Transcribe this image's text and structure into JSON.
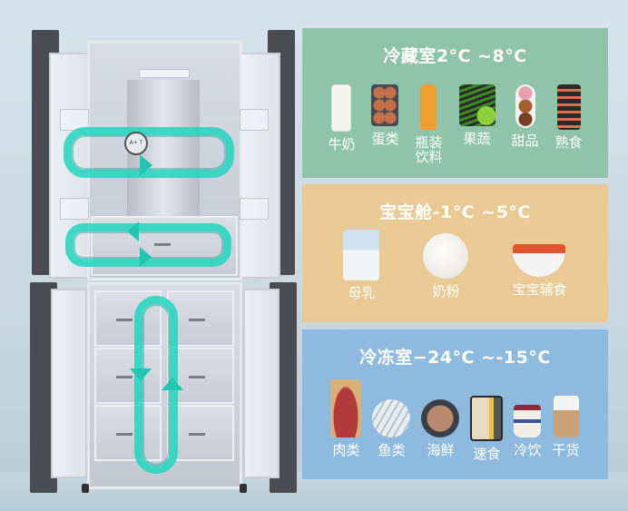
{
  "fridge": {
    "top_knob_label": "A+ T",
    "airflow_color": "#20d6be"
  },
  "zones": [
    {
      "title": "冷藏室2°C ~8°C",
      "bg_color": "#8fc3aa",
      "items": [
        {
          "label": "牛奶",
          "icon": "milk-carton-icon",
          "color": "#f4f4f2"
        },
        {
          "label": "蛋类",
          "icon": "egg-tray-icon",
          "color": "#b86a45"
        },
        {
          "label": "瓶装\n饮料",
          "icon": "juice-bottle-icon",
          "color": "#f0a030"
        },
        {
          "label": "果蔬",
          "icon": "vegetables-apple-icon",
          "color": "#4d9a2e"
        },
        {
          "label": "甜品",
          "icon": "donuts-icon",
          "color": "#d99aa4"
        },
        {
          "label": "熟食",
          "icon": "sushi-box-icon",
          "color": "#2c2a2a"
        }
      ]
    },
    {
      "title": "宝宝舱-1°C ~5°C",
      "bg_color": "#e9c994",
      "items": [
        {
          "label": "母乳",
          "icon": "breast-milk-bag-icon",
          "color": "#cfe0ee"
        },
        {
          "label": "奶粉",
          "icon": "milk-powder-icon",
          "color": "#f3f1ec"
        },
        {
          "label": "宝宝辅食",
          "icon": "baby-food-bowl-icon",
          "color": "#e2562e"
        }
      ]
    },
    {
      "title": "冷冻室−24°C ~-15°C",
      "bg_color": "#8fbae0",
      "items": [
        {
          "label": "肉类",
          "icon": "steak-board-icon",
          "color": "#b23a3a"
        },
        {
          "label": "鱼类",
          "icon": "fish-plate-icon",
          "color": "#e8edf0"
        },
        {
          "label": "海鲜",
          "icon": "shrimp-plate-icon",
          "color": "#b98a6e"
        },
        {
          "label": "速食",
          "icon": "dumpling-pack-icon",
          "color": "#e8d9c2"
        },
        {
          "label": "冷饮",
          "icon": "ice-cream-cup-icon",
          "color": "#f4efe6"
        },
        {
          "label": "干货",
          "icon": "dry-goods-bag-icon",
          "color": "#c9a27a"
        }
      ]
    }
  ]
}
